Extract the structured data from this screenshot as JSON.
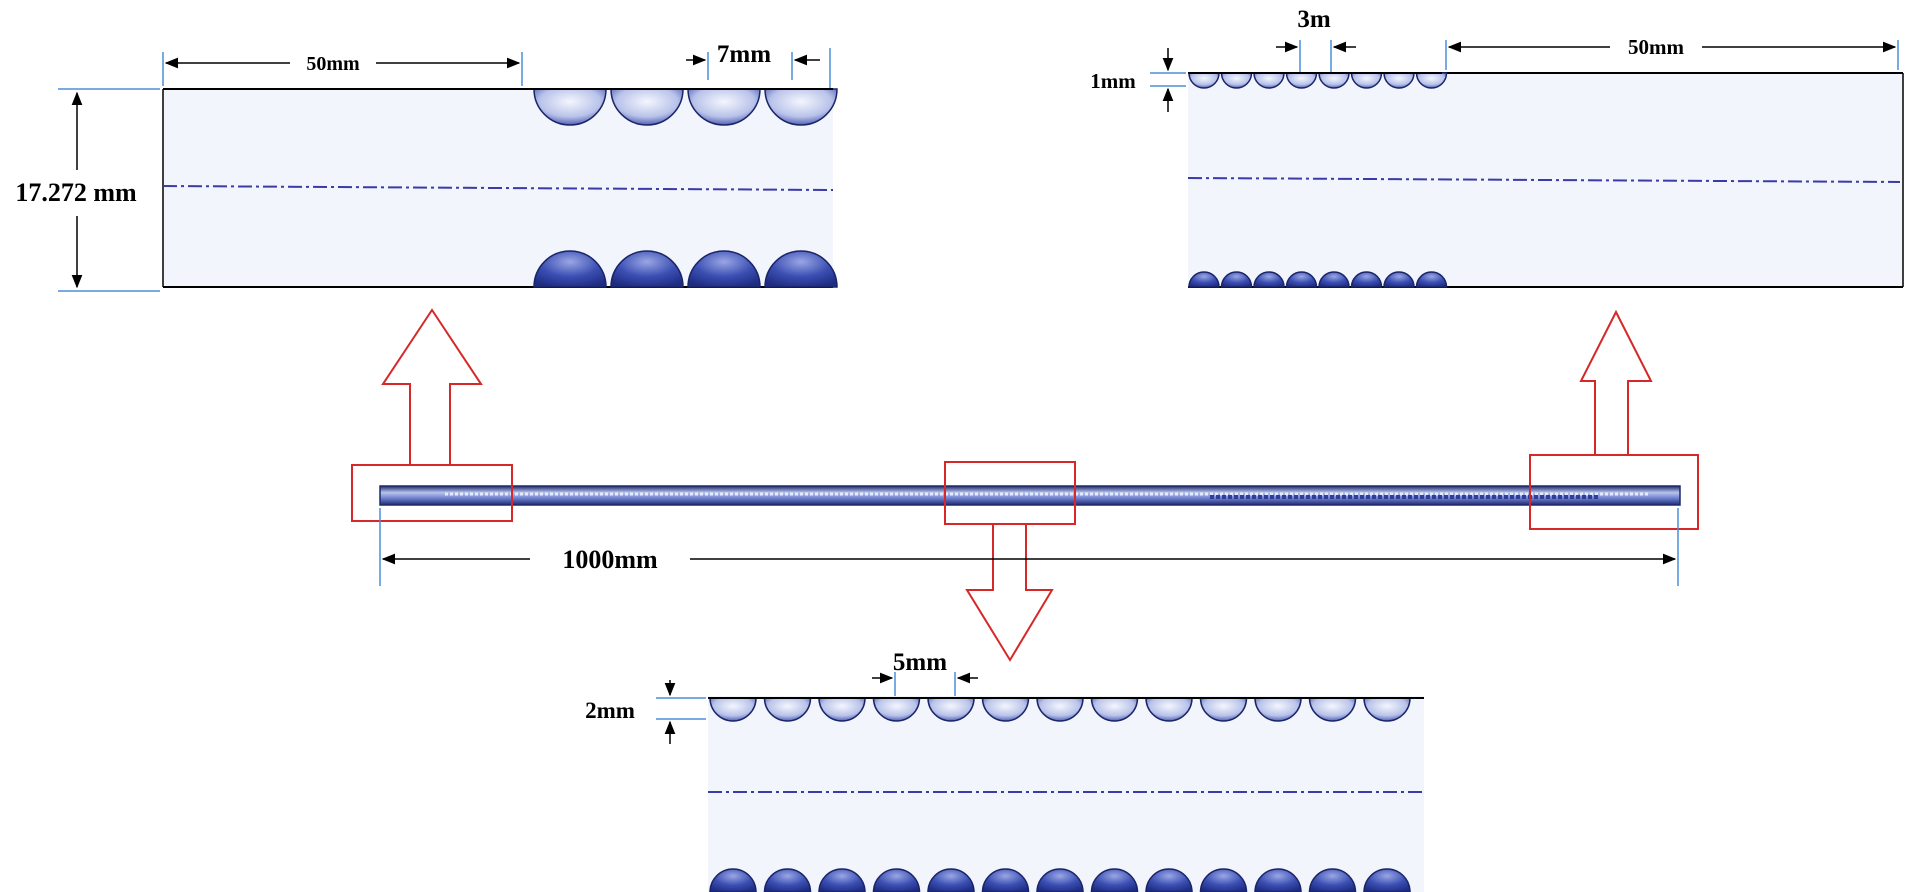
{
  "labels": {
    "top_left_length": "50mm",
    "top_left_pitch": "7mm",
    "diameter": "17.272 mm",
    "top_right_pitch": "3m",
    "top_right_depth": "1mm",
    "top_right_length": "50mm",
    "overall_length": "1000mm",
    "bottom_pitch": "5mm",
    "bottom_depth": "2mm"
  },
  "colors": {
    "tube_fill": "#f2f5fb",
    "centerline": "#3a3aa8",
    "dimple_dark": "#2e3f9c",
    "dimple_light": "#dfe5f7",
    "highlight": "#d62828",
    "dimension": "#4a8fd9",
    "outline": "#000000"
  },
  "sections": {
    "large_dimple_count": 4,
    "small_dimple_count": 8,
    "medium_dimple_count": 13
  }
}
